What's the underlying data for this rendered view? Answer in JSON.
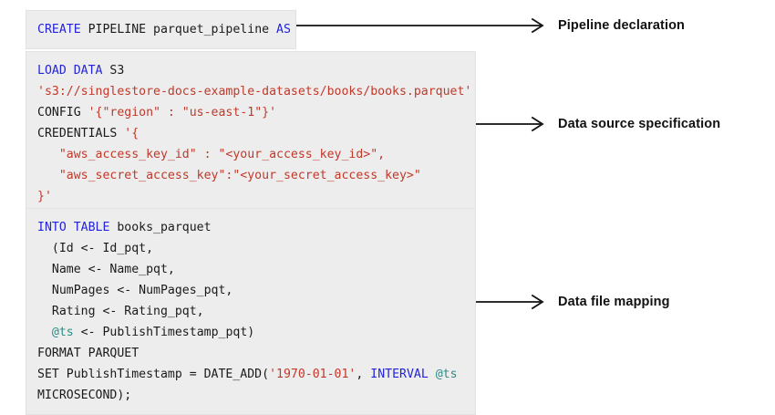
{
  "diagram": {
    "title": "SingleStore CREATE PIPELINE parquet example",
    "colors": {
      "code_background": "#ededed",
      "code_border": "#e2e2e2",
      "keyword": "#2323dc",
      "string": "#c0392b",
      "variable": "#2e8b84",
      "text": "#1a1a1a",
      "arrow": "#111111",
      "label": "#111111"
    }
  },
  "blocks": [
    {
      "id": "pipeline-declaration",
      "label": "Pipeline declaration",
      "lines": [
        [
          {
            "t": "CREATE",
            "c": "kw"
          },
          {
            "t": " PIPELINE parquet_pipeline ",
            "c": "pl"
          },
          {
            "t": "AS",
            "c": "kw"
          }
        ]
      ]
    },
    {
      "id": "data-source-specification",
      "label": "Data source specification",
      "lines": [
        [
          {
            "t": "LOAD DATA",
            "c": "kw"
          },
          {
            "t": " S3",
            "c": "pl"
          }
        ],
        [
          {
            "t": "'s3://singlestore-docs-example-datasets/books/books.parquet'",
            "c": "str"
          }
        ],
        [
          {
            "t": "CONFIG ",
            "c": "pl"
          },
          {
            "t": "'{\"region\" : \"us-east-1\"}'",
            "c": "str"
          }
        ],
        [
          {
            "t": "CREDENTIALS ",
            "c": "pl"
          },
          {
            "t": "'{",
            "c": "str"
          }
        ],
        [
          {
            "t": "   \"aws_access_key_id\" : \"<your_access_key_id>\",",
            "c": "str"
          }
        ],
        [
          {
            "t": "   \"aws_secret_access_key\":\"<your_secret_access_key>\"",
            "c": "str"
          }
        ],
        [
          {
            "t": "}'",
            "c": "str"
          }
        ]
      ]
    },
    {
      "id": "data-file-mapping",
      "label": "Data file mapping",
      "lines": [
        [
          {
            "t": "INTO TABLE",
            "c": "kw"
          },
          {
            "t": " books_parquet",
            "c": "pl"
          }
        ],
        [
          {
            "t": "  (Id <- Id_pqt,",
            "c": "pl"
          }
        ],
        [
          {
            "t": "  Name <- Name_pqt,",
            "c": "pl"
          }
        ],
        [
          {
            "t": "  NumPages <- NumPages_pqt,",
            "c": "pl"
          }
        ],
        [
          {
            "t": "  Rating <- Rating_pqt,",
            "c": "pl"
          }
        ],
        [
          {
            "t": "  ",
            "c": "pl"
          },
          {
            "t": "@ts",
            "c": "var"
          },
          {
            "t": " <- PublishTimestamp_pqt)",
            "c": "pl"
          }
        ],
        [
          {
            "t": "FORMAT PARQUET",
            "c": "pl"
          }
        ],
        [
          {
            "t": "SET PublishTimestamp = DATE_ADD(",
            "c": "pl"
          },
          {
            "t": "'1970-01-01'",
            "c": "str"
          },
          {
            "t": ", ",
            "c": "pl"
          },
          {
            "t": "INTERVAL",
            "c": "kw"
          },
          {
            "t": " ",
            "c": "pl"
          },
          {
            "t": "@ts",
            "c": "var"
          }
        ],
        [
          {
            "t": "MICROSECOND);",
            "c": "pl"
          }
        ]
      ]
    }
  ],
  "labels": {
    "pipeline_declaration": "Pipeline declaration",
    "data_source_specification": "Data source specification",
    "data_file_mapping": "Data file mapping"
  }
}
